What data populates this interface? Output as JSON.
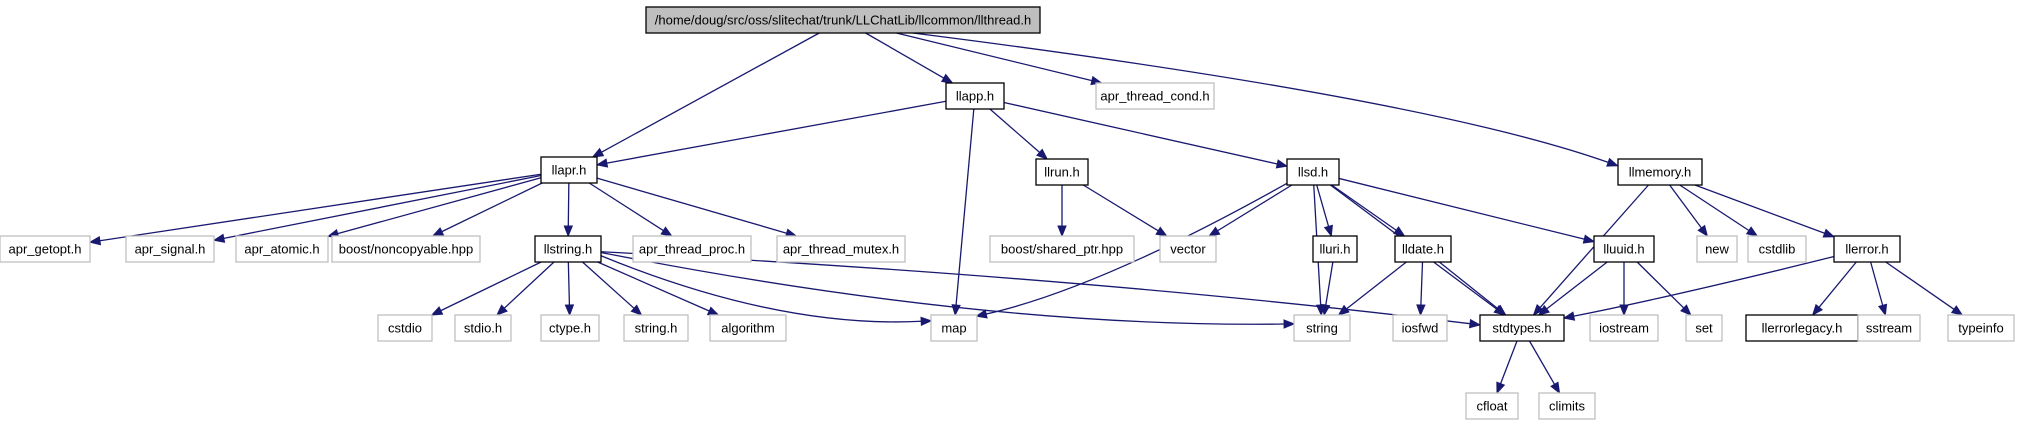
{
  "colors": {
    "edge": "#191970",
    "root_fill": "#bfbfbf",
    "root_border": "#000000",
    "node_border": "#000000",
    "external_border": "#bfbfbf",
    "fill": "#ffffff"
  },
  "nodes": {
    "llthread": {
      "label": "/home/doug/src/oss/slitechat/trunk/LLChatLib/llcommon/llthread.h",
      "kind": "root"
    },
    "llapr": {
      "label": "llapr.h",
      "kind": "header"
    },
    "llapp": {
      "label": "llapp.h",
      "kind": "header"
    },
    "apr_thread_cond": {
      "label": "apr_thread_cond.h",
      "kind": "external"
    },
    "llmemory": {
      "label": "llmemory.h",
      "kind": "header"
    },
    "apr_getopt": {
      "label": "apr_getopt.h",
      "kind": "external"
    },
    "apr_signal": {
      "label": "apr_signal.h",
      "kind": "external"
    },
    "apr_atomic": {
      "label": "apr_atomic.h",
      "kind": "external"
    },
    "boost_noncopyable": {
      "label": "boost/noncopyable.hpp",
      "kind": "external"
    },
    "llstring": {
      "label": "llstring.h",
      "kind": "header"
    },
    "apr_thread_proc": {
      "label": "apr_thread_proc.h",
      "kind": "external"
    },
    "apr_thread_mutex": {
      "label": "apr_thread_mutex.h",
      "kind": "external"
    },
    "llrun": {
      "label": "llrun.h",
      "kind": "header"
    },
    "llsd": {
      "label": "llsd.h",
      "kind": "header"
    },
    "boost_shared_ptr": {
      "label": "boost/shared_ptr.hpp",
      "kind": "external"
    },
    "vector": {
      "label": "vector",
      "kind": "external"
    },
    "lluri": {
      "label": "lluri.h",
      "kind": "header"
    },
    "lldate": {
      "label": "lldate.h",
      "kind": "header"
    },
    "lluuid": {
      "label": "lluuid.h",
      "kind": "header"
    },
    "new": {
      "label": "new",
      "kind": "external"
    },
    "cstdlib": {
      "label": "cstdlib",
      "kind": "external"
    },
    "llerror": {
      "label": "llerror.h",
      "kind": "header"
    },
    "cstdio": {
      "label": "cstdio",
      "kind": "external"
    },
    "stdio": {
      "label": "stdio.h",
      "kind": "external"
    },
    "ctype": {
      "label": "ctype.h",
      "kind": "external"
    },
    "string_h": {
      "label": "string.h",
      "kind": "external"
    },
    "algorithm": {
      "label": "algorithm",
      "kind": "external"
    },
    "map": {
      "label": "map",
      "kind": "external"
    },
    "string": {
      "label": "string",
      "kind": "external"
    },
    "iosfwd": {
      "label": "iosfwd",
      "kind": "external"
    },
    "stdtypes": {
      "label": "stdtypes.h",
      "kind": "header"
    },
    "iostream": {
      "label": "iostream",
      "kind": "external"
    },
    "set": {
      "label": "set",
      "kind": "external"
    },
    "llerrorlegacy": {
      "label": "llerrorlegacy.h",
      "kind": "header"
    },
    "sstream": {
      "label": "sstream",
      "kind": "external"
    },
    "typeinfo": {
      "label": "typeinfo",
      "kind": "external"
    },
    "cfloat": {
      "label": "cfloat",
      "kind": "external"
    },
    "climits": {
      "label": "climits",
      "kind": "external"
    }
  },
  "edges": [
    [
      "llthread",
      "llapr"
    ],
    [
      "llthread",
      "llapp"
    ],
    [
      "llthread",
      "apr_thread_cond"
    ],
    [
      "llthread",
      "llmemory"
    ],
    [
      "llapp",
      "llapr"
    ],
    [
      "llapp",
      "llrun"
    ],
    [
      "llapp",
      "llsd"
    ],
    [
      "llapp",
      "map"
    ],
    [
      "llapr",
      "apr_getopt"
    ],
    [
      "llapr",
      "apr_signal"
    ],
    [
      "llapr",
      "apr_atomic"
    ],
    [
      "llapr",
      "boost_noncopyable"
    ],
    [
      "llapr",
      "llstring"
    ],
    [
      "llapr",
      "apr_thread_proc"
    ],
    [
      "llapr",
      "apr_thread_mutex"
    ],
    [
      "llrun",
      "boost_shared_ptr"
    ],
    [
      "llrun",
      "vector"
    ],
    [
      "llsd",
      "vector"
    ],
    [
      "llsd",
      "map"
    ],
    [
      "llsd",
      "string"
    ],
    [
      "llsd",
      "lluri"
    ],
    [
      "llsd",
      "lldate"
    ],
    [
      "llsd",
      "stdtypes"
    ],
    [
      "llsd",
      "lluuid"
    ],
    [
      "llmemory",
      "stdtypes"
    ],
    [
      "llmemory",
      "new"
    ],
    [
      "llmemory",
      "cstdlib"
    ],
    [
      "llmemory",
      "llerror"
    ],
    [
      "llstring",
      "cstdio"
    ],
    [
      "llstring",
      "stdio"
    ],
    [
      "llstring",
      "ctype"
    ],
    [
      "llstring",
      "string_h"
    ],
    [
      "llstring",
      "algorithm"
    ],
    [
      "llstring",
      "map"
    ],
    [
      "llstring",
      "string"
    ],
    [
      "llstring",
      "stdtypes"
    ],
    [
      "lluri",
      "string"
    ],
    [
      "lldate",
      "string"
    ],
    [
      "lldate",
      "iosfwd"
    ],
    [
      "lldate",
      "stdtypes"
    ],
    [
      "lluuid",
      "stdtypes"
    ],
    [
      "lluuid",
      "iostream"
    ],
    [
      "lluuid",
      "set"
    ],
    [
      "llerror",
      "stdtypes"
    ],
    [
      "llerror",
      "llerrorlegacy"
    ],
    [
      "llerror",
      "sstream"
    ],
    [
      "llerror",
      "typeinfo"
    ],
    [
      "stdtypes",
      "cfloat"
    ],
    [
      "stdtypes",
      "climits"
    ]
  ]
}
